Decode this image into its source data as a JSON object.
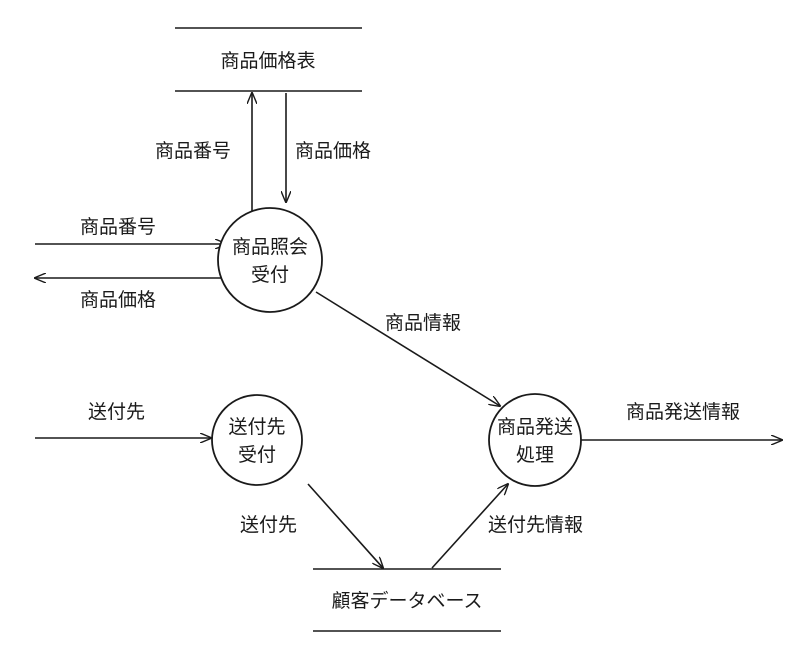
{
  "stores": {
    "price_table": "商品価格表",
    "customer_db": "顧客データベース"
  },
  "processes": {
    "inquiry": {
      "line1": "商品照会",
      "line2": "受付"
    },
    "destination": {
      "line1": "送付先",
      "line2": "受付"
    },
    "shipping": {
      "line1": "商品発送",
      "line2": "処理"
    }
  },
  "flows": {
    "to_table_code": "商品番号",
    "from_table_price": "商品価格",
    "input_code": "商品番号",
    "output_price": "商品価格",
    "product_info": "商品情報",
    "input_destination": "送付先",
    "to_db_destination": "送付先",
    "db_destination_info": "送付先情報",
    "shipping_info_out": "商品発送情報"
  },
  "colors": {
    "ink": "#1a1a1a",
    "background": "#ffffff"
  }
}
